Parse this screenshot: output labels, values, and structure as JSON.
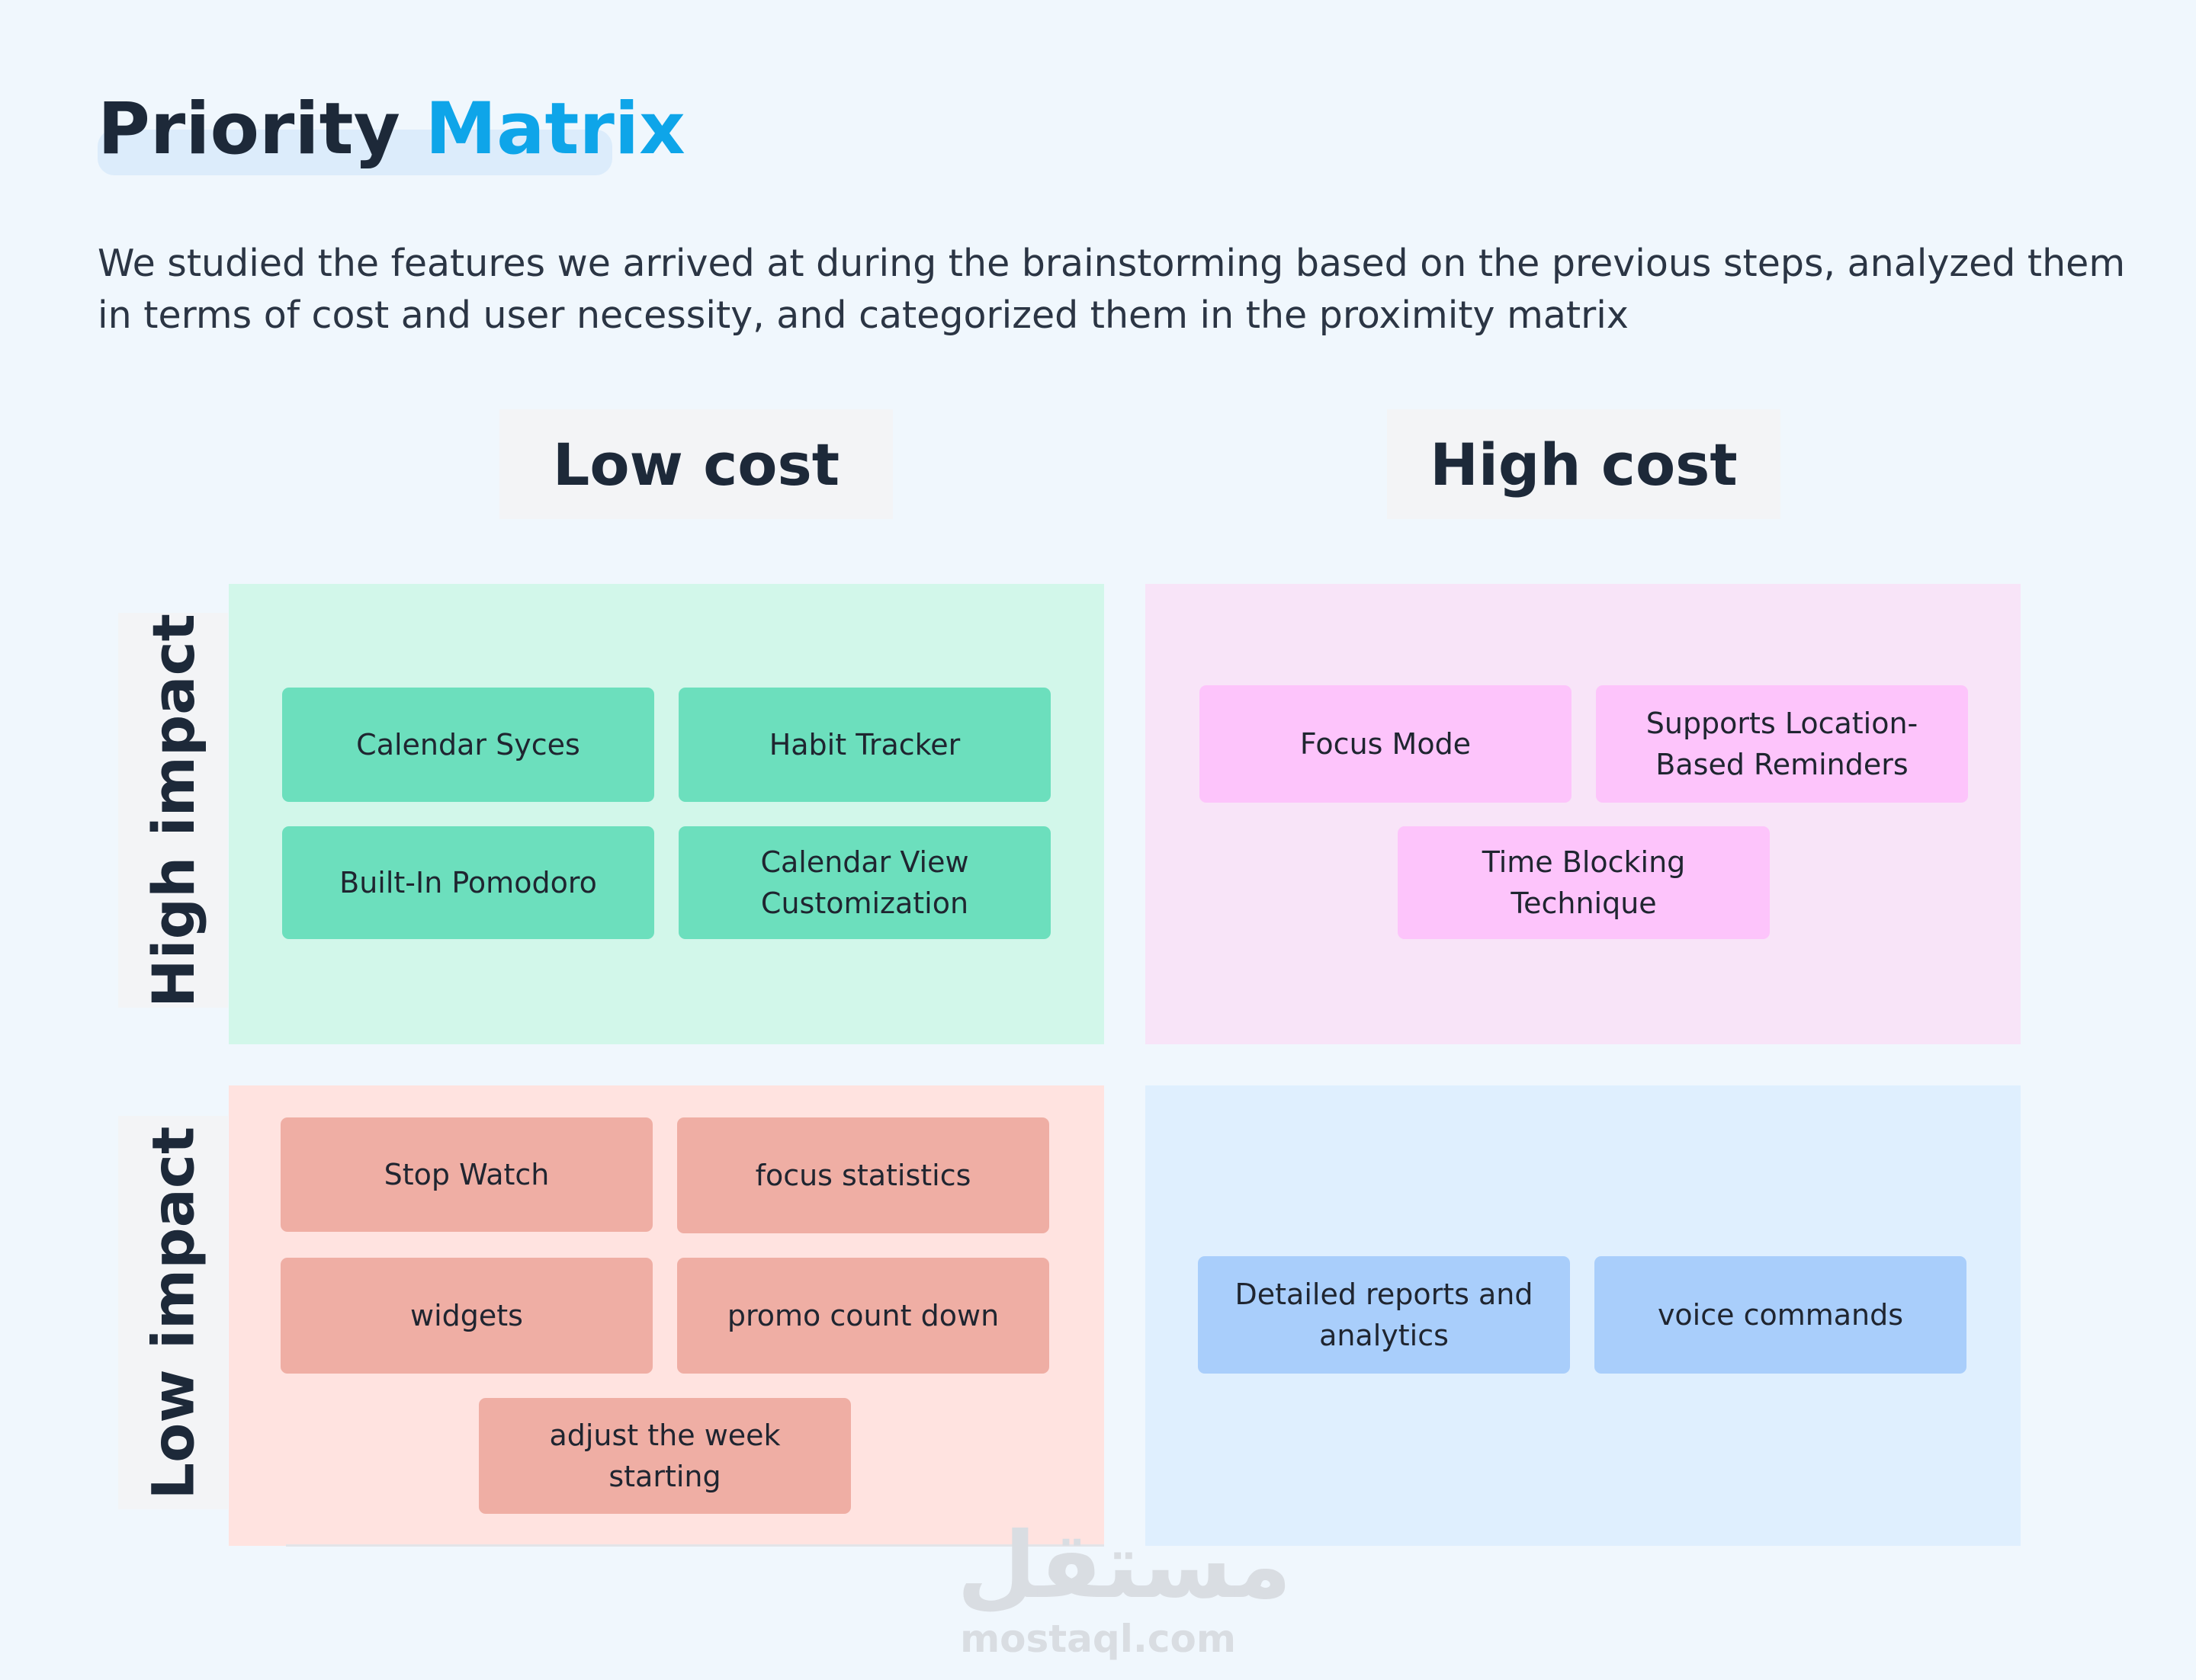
{
  "header": {
    "title_main": "Priority",
    "title_accent": "Matrix",
    "description": "We studied the features we arrived at during the brainstorming based on the previous steps, analyzed them in terms of cost and user necessity, and categorized them in the proximity matrix"
  },
  "columns": {
    "low_cost": "Low cost",
    "high_cost": "High cost"
  },
  "rows": {
    "high_impact": "High impact",
    "low_impact": "Low impact"
  },
  "quadrants": {
    "high_impact_low_cost": [
      "Calendar Syces",
      "Habit Tracker",
      "Built-In Pomodoro",
      "Calendar View Customization"
    ],
    "high_impact_high_cost": [
      "Focus Mode",
      "Supports Location-Based Reminders",
      "Time Blocking Technique"
    ],
    "low_impact_low_cost": [
      "Stop Watch",
      "focus statistics",
      "widgets",
      "promo count down",
      "adjust the week starting"
    ],
    "low_impact_high_cost": [
      "Detailed reports and analytics",
      "voice commands"
    ]
  },
  "colors": {
    "accent": "#0ea5e9",
    "green_card": "#6cdfbd",
    "pink_card": "#fdc4fb",
    "salmon_card": "#efaea4",
    "blue_card": "#a9cefb"
  },
  "watermark": {
    "arabic": "مستقل",
    "latin": "mostaql.com"
  }
}
